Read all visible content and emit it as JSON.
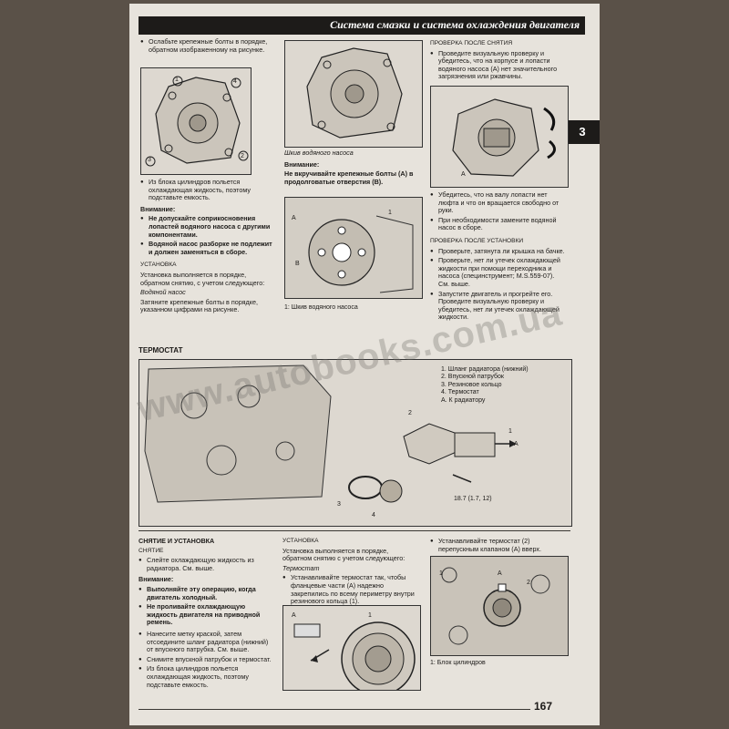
{
  "header": {
    "title": "Система смазки и система охлаждения двигателя"
  },
  "tab_number": "3",
  "page_number": "167",
  "watermark": "www.autobooks.com.ua",
  "col1": {
    "bullet1": "Ослабьте крепежные болты в порядке, обратном изображенному на рисунке.",
    "bullet2": "Из блока цилиндров польется охлаждающая жидкость, поэтому подставьте емкость.",
    "attention_heading": "Внимание:",
    "warn1": "Не допускайте соприкосновения лопастей водяного насоса с другими компонентами.",
    "warn2": "Водяной насос разборке не подлежит и должен заменяться в сборе.",
    "install_sub": "УСТАНОВКА",
    "install_text": "Установка выполняется в порядке, обратном снятию, с учетом следующего:",
    "pump_sub": "Водяной насос",
    "pump_text": "Затяните крепежные болты в порядке, указанном цифрами на рисунке."
  },
  "col2": {
    "fig_caption": "Шкив водяного насоса",
    "attention_heading": "Внимание:",
    "warn": "Не вкручивайте крепежные болты (А) в продолговатые отверстия (В).",
    "fig2_caption": "1:  Шкив водяного насоса"
  },
  "col3": {
    "check_sub": "ПРОВЕРКА ПОСЛЕ СНЯТИЯ",
    "check_bullet": "Проведите визуальную проверку и убедитесь, что на корпусе и лопасти водяного насоса (А) нет значительного загрязнения или ржавчины.",
    "check_b2": "Убедитесь, что на валу лопасти нет люфта и что он вращается свободно от руки.",
    "check_b3": "При необходимости замените водяной насос в сборе.",
    "after_sub": "ПРОВЕРКА ПОСЛЕ УСТАНОВКИ",
    "after_b1": "Проверьте, затянута ли крышка на бачке.",
    "after_b2": "Проверьте, нет ли утечек охлаждающей жидкости при помощи переходника и насоса (специнструмент; M.S.559-07). См. выше.",
    "after_b3": "Запустите двигатель и прогрейте его. Проведите визуальную проверку и убедитесь, нет ли утечек охлаждающей жидкости."
  },
  "thermostat": {
    "section_title": "ТЕРМОСТАТ",
    "legend": [
      "1.  Шланг радиатора (нижний)",
      "2.  Впускной патрубок",
      "3.  Резиновое кольцо",
      "4.  Термостат",
      "A.  К радиатору"
    ],
    "torque": "18.7 (1.7, 12)"
  },
  "bottom": {
    "section_title": "СНЯТИЕ И УСТАНОВКА",
    "removal_sub": "СНЯТИЕ",
    "b1": "Слейте охлаждающую жидкость из радиатора. См. выше.",
    "attention_heading": "Внимание:",
    "w1": "Выполняйте эту операцию, когда двигатель холодный.",
    "w2": "Не проливайте охлаждающую жидкость двигателя на приводной ремень.",
    "b2": "Нанесите метку краской, затем отсоедините шланг радиатора (нижний) от впускного патрубка. См. выше.",
    "b3": "Снимите впускной патрубок и термостат.",
    "b4": "Из блока цилиндров польется охлаждающая жидкость, поэтому подставьте емкость.",
    "install_sub": "УСТАНОВКА",
    "install_text": "Установка выполняется в порядке, обратном снятию с учетом следующего:",
    "thermo_sub": "Термостат",
    "tb1": "Устанавливайте термостат так, чтобы фланцевые части (А) надежно закрепились по всему периметру внутри резинового кольца (1).",
    "rb1": "Устанавливайте термостат (2) перепускным клапаном (А) вверх.",
    "block_caption": "1:  Блок цилиндров"
  },
  "labels": {
    "n1": "1",
    "n2": "2",
    "n3": "3",
    "n4": "4",
    "a": "A",
    "b": "B"
  }
}
